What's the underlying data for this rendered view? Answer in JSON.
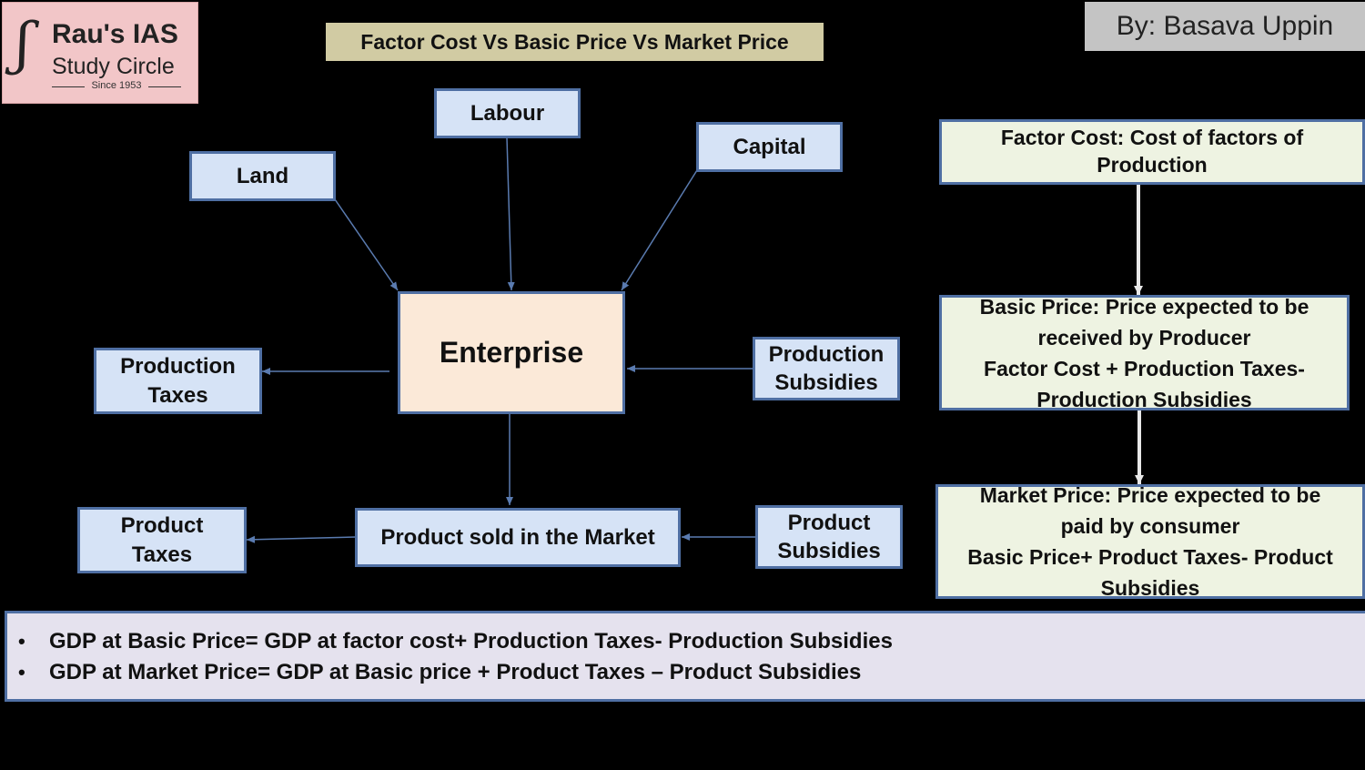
{
  "logo": {
    "line1": "Rau's IAS",
    "line2": "Study Circle",
    "line3": "Since 1953"
  },
  "title": "Factor Cost Vs Basic Price Vs Market Price",
  "author": "By: Basava Uppin",
  "factors": {
    "labour": "Labour",
    "land": "Land",
    "capital": "Capital"
  },
  "enterprise": "Enterprise",
  "production_taxes": [
    "Production",
    "Taxes"
  ],
  "production_subsidies": [
    "Production",
    "Subsidies"
  ],
  "product_market": "Product sold in the Market",
  "product_taxes": [
    "Product",
    "Taxes"
  ],
  "product_subsidies": [
    "Product",
    "Subsidies"
  ],
  "price_flow": {
    "factor_cost": [
      "Factor Cost: Cost of factors of",
      "Production"
    ],
    "basic_price": [
      "Basic Price: Price expected to be",
      "received by Producer",
      "Factor Cost + Production Taxes-",
      "Production Subsidies"
    ],
    "market_price": [
      "Market Price: Price expected to be",
      "paid by consumer",
      "Basic Price+ Product Taxes- Product",
      "Subsidies"
    ]
  },
  "formulas": [
    "GDP at Basic Price= GDP at factor cost+ Production Taxes- Production Subsidies",
    "GDP at Market Price= GDP at Basic price + Product Taxes – Product Subsidies"
  ],
  "colors": {
    "background": "#000000",
    "box_blue": "#d6e3f6",
    "box_border": "#4f6fa3",
    "enterprise_fill": "#fbe9d8",
    "title_fill": "#d1cba3",
    "price_box_fill": "#eef3e2",
    "formula_fill": "#e5e2ee"
  }
}
